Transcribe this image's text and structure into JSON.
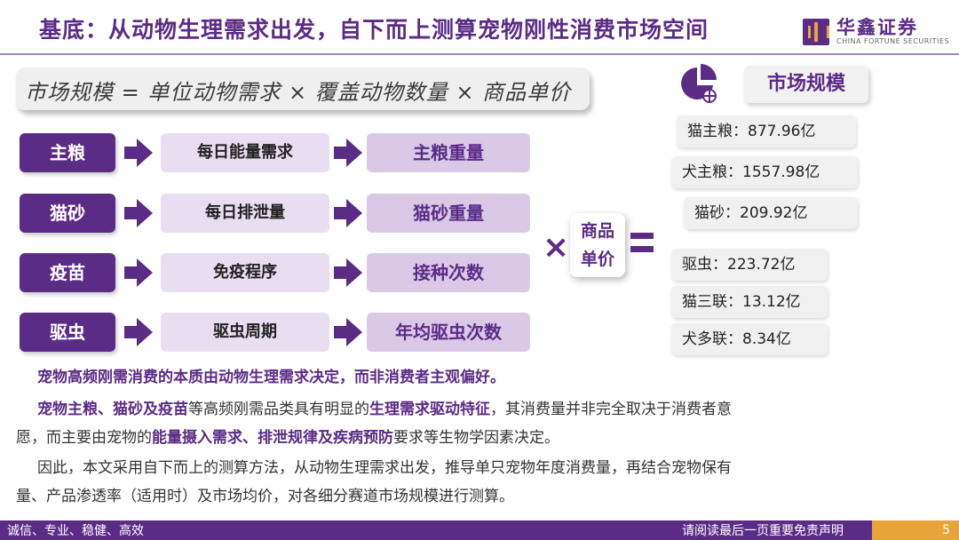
{
  "header": {
    "title": "基底：从动物生理需求出发，自下而上测算宠物刚性消费市场空间",
    "logo_cn": "华鑫证券",
    "logo_en": "CHINA FORTUNE SECURITIES"
  },
  "formula": "市场规模 = 单位动物需求 × 覆盖动物数量 × 商品单价",
  "rows": [
    {
      "label": "主粮",
      "need": "每日能量需求",
      "measure": "主粮重量"
    },
    {
      "label": "猫砂",
      "need": "每日排泄量",
      "measure": "猫砂重量"
    },
    {
      "label": "疫苗",
      "need": "免疫程序",
      "measure": "接种次数"
    },
    {
      "label": "驱虫",
      "need": "驱虫周期",
      "measure": "年均驱虫次数"
    }
  ],
  "operator_times": "×",
  "price": {
    "line1": "商品",
    "line2": "单价"
  },
  "market": {
    "title": "市场规模",
    "values": [
      "猫主粮：877.96亿",
      "犬主粮：1557.98亿",
      "猫砂：209.92亿",
      "驱虫：223.72亿",
      "猫三联：13.12亿",
      "犬多联：8.34亿"
    ]
  },
  "body": {
    "p1": "宠物高频刚需消费的本质由动物生理需求决定，而非消费者主观偏好。",
    "p2_hl1": "宠物主粮、猫砂及疫苗",
    "p2_t1": "等高频刚需品类具有明显的",
    "p2_hl2": "生理需求驱动特征",
    "p2_t2": "，其消费量并非完全取决于消费者意",
    "p2_t3": "愿，而主要由宠物的",
    "p2_hl3": "能量摄入需求、排泄规律及疾病预防",
    "p2_t4": "要求等生物学因素决定。",
    "p3_a": "因此，本文采用自下而上的测算方法，从动物生理需求出发，推导单只宠物年度消费量，再结合宠物保有",
    "p3_b": "量、产品渗透率（适用时）及市场均价，对各细分赛道市场规模进行测算。"
  },
  "footer": {
    "left": "诚信、专业、稳健、高效",
    "right": "请阅读最后一页重要免责声明",
    "page": "5"
  },
  "colors": {
    "brand_purple": "#5b2c86",
    "accent_orange": "#e8a33a"
  }
}
